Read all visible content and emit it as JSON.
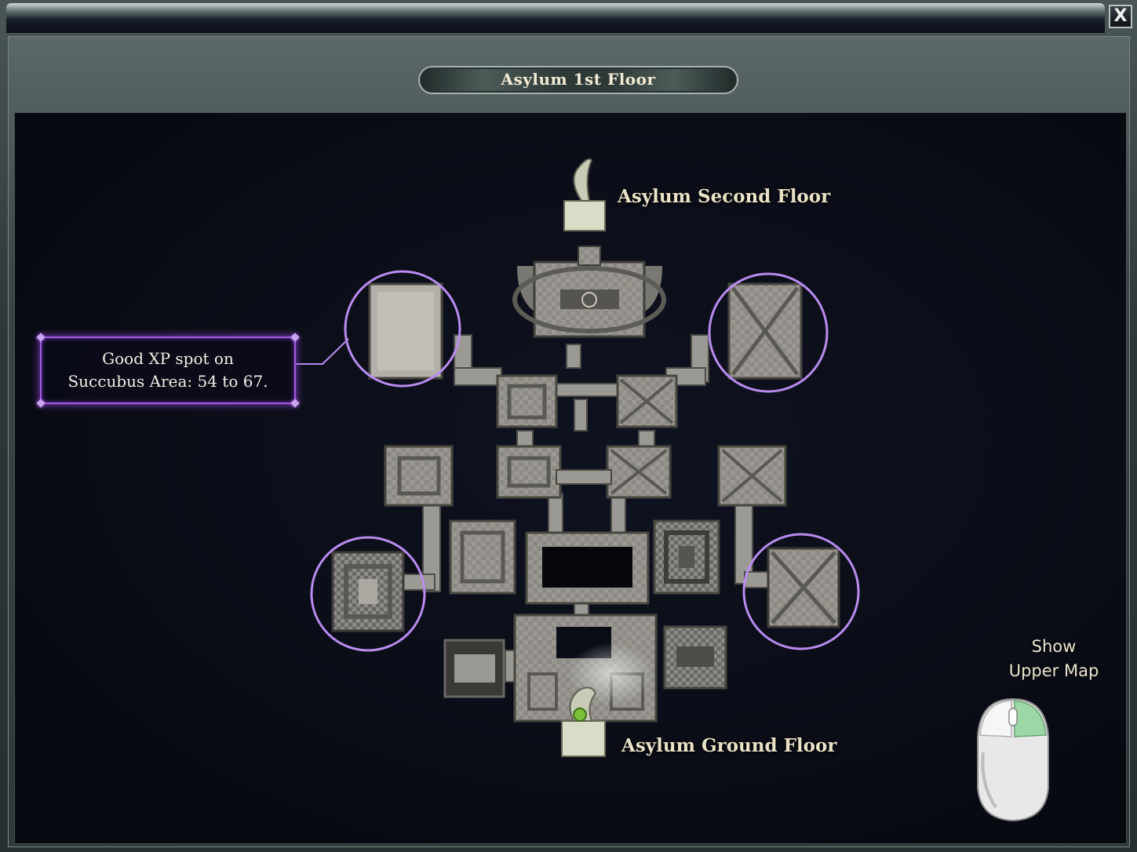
{
  "window": {
    "close_label": "X"
  },
  "header": {
    "floor_title": "Asylum 1st Floor"
  },
  "map": {
    "labels": {
      "upper_stairs": "Asylum Second Floor",
      "lower_stairs": "Asylum Ground Floor"
    },
    "callout": {
      "line1": "Good XP spot on",
      "line2": "Succubus Area: 54 to 67."
    },
    "highlight_color": "#a866ee"
  },
  "controls": {
    "show_upper_line1": "Show",
    "show_upper_line2": "Upper Map",
    "mouse_icon": "mouse-icon"
  }
}
